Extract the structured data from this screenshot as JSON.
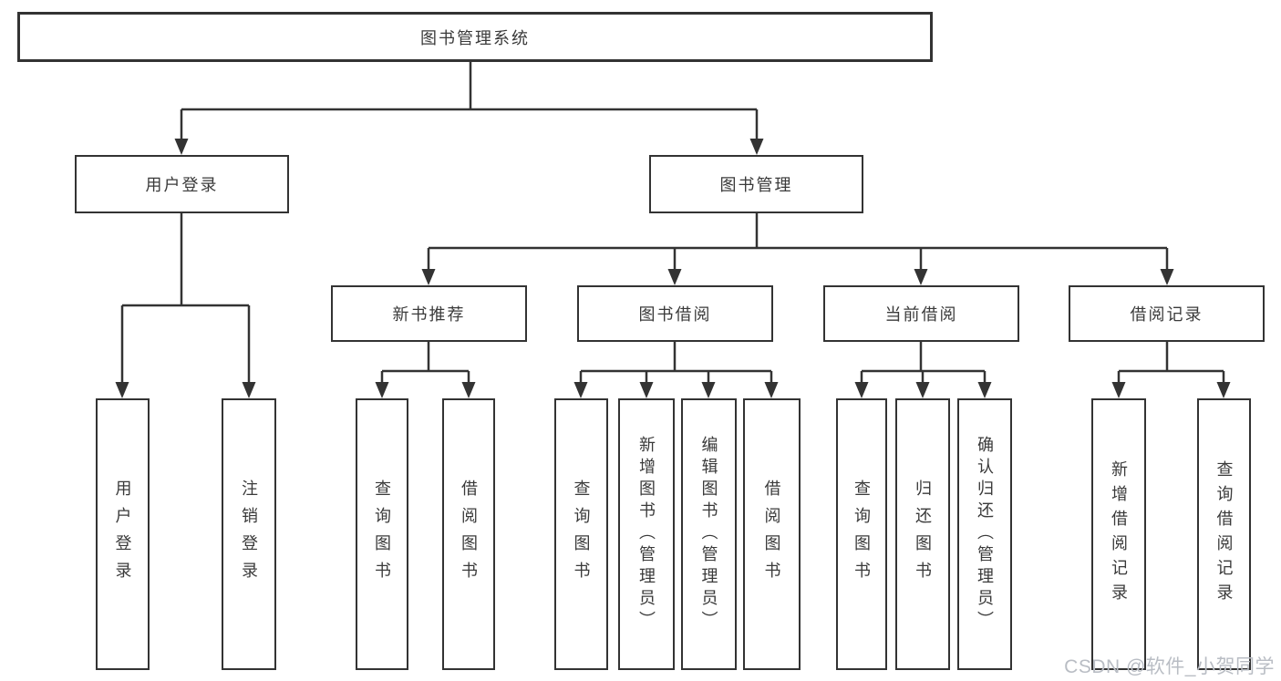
{
  "diagram": {
    "title": "图书管理系统",
    "colors": {
      "line": "#333333",
      "text": "#3a3a3a",
      "background": "#ffffff",
      "watermark": "#b9bdc4"
    },
    "nodes": {
      "root": "图书管理系统",
      "user_login": "用户登录",
      "book_mgmt": "图书管理",
      "new_rec": "新书推荐",
      "borrow": "图书借阅",
      "current": "当前借阅",
      "records": "借阅记录",
      "l_user_login": "用户登录",
      "l_logout": "注销登录",
      "l_query1": "查询图书",
      "l_borrow1": "借阅图书",
      "l_query2": "查询图书",
      "l_add_book": "新增图书（管理员）",
      "l_edit_book": "编辑图书（管理员）",
      "l_borrow2": "借阅图书",
      "l_query3": "查询图书",
      "l_return": "归还图书",
      "l_confirm_return": "确认归还（管理员）",
      "l_add_record": "新增借阅记录",
      "l_query_record": "查询借阅记录"
    },
    "watermark": "CSDN @软件_小贺同学"
  }
}
